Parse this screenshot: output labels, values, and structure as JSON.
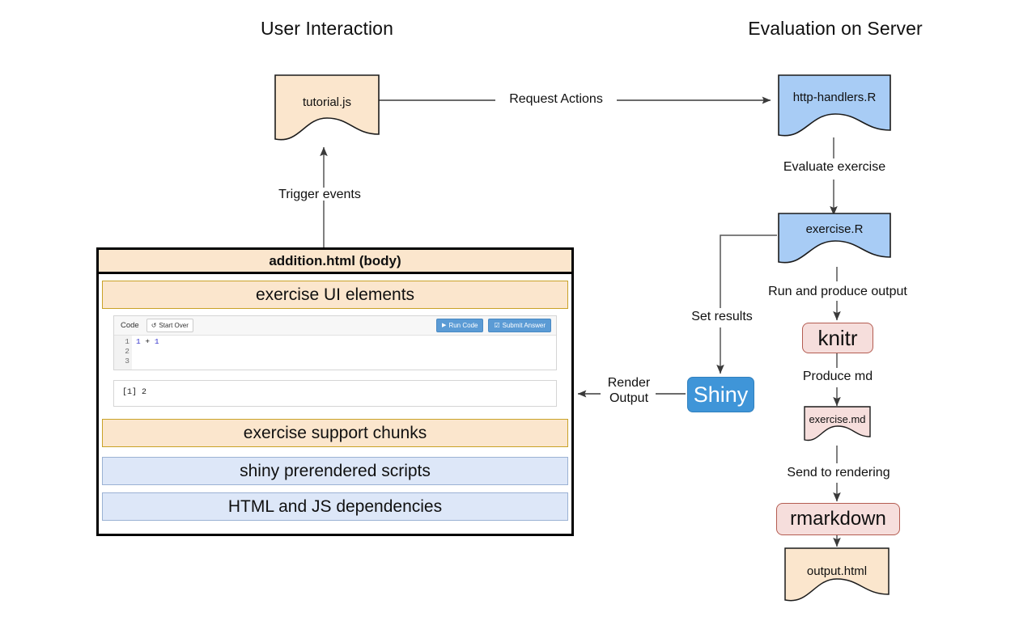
{
  "headings": {
    "left": "User Interaction",
    "right": "Evaluation on Server"
  },
  "nodes": {
    "tutorial_js": "tutorial.js",
    "http_handlers": "http-handlers.R",
    "exercise_r": "exercise.R",
    "knitr": "knitr",
    "exercise_md": "exercise.md",
    "rmarkdown": "rmarkdown",
    "output_html": "output.html",
    "shiny": "Shiny"
  },
  "edges": {
    "request_actions": "Request Actions",
    "trigger_events": "Trigger events",
    "evaluate_exercise": "Evaluate exercise",
    "run_and_produce_output": "Run and produce output",
    "set_results": "Set results",
    "produce_md": "Produce md",
    "send_to_rendering": "Send to rendering",
    "render_output_line1": "Render",
    "render_output_line2": "Output"
  },
  "panel": {
    "title": "addition.html (body)",
    "bands": [
      {
        "id": "exercise-ui",
        "label": "exercise UI elements",
        "tone": "orange"
      },
      {
        "id": "exercise-support",
        "label": "exercise support chunks",
        "tone": "orange"
      },
      {
        "id": "shiny-prerendered",
        "label": "shiny prerendered scripts",
        "tone": "blue"
      },
      {
        "id": "html-js-deps",
        "label": "HTML and JS dependencies",
        "tone": "blue"
      }
    ],
    "widget": {
      "toolbar": {
        "code_label": "Code",
        "start_over_label": "Start Over",
        "start_over_icon": "refresh-icon",
        "run_code_label": "Run Code",
        "run_code_icon": "play-icon",
        "submit_answer_label": "Submit Answer",
        "submit_answer_icon": "checkbox-icon"
      },
      "editor": {
        "gutter": "1\n2\n3",
        "line1_a": "1",
        "line1_op": "+",
        "line1_b": "1"
      },
      "output": "[1] 2"
    }
  },
  "colors": {
    "orange_fill": "#fbe6cd",
    "orange_stroke": "#c9a227",
    "blue_fill": "#dde7f8",
    "blue_stroke": "#9bb2d4",
    "node_blue_fill": "#a8ccf5",
    "node_blue_stroke": "#1b1b1b",
    "node_pink_fill": "#f6dedc",
    "node_pink_stroke": "#b45c51",
    "shiny_blue": "#3f95d8",
    "button_blue": "#5b9bd5",
    "code_token_blue": "#3333cc",
    "edge_stroke": "#555555"
  }
}
